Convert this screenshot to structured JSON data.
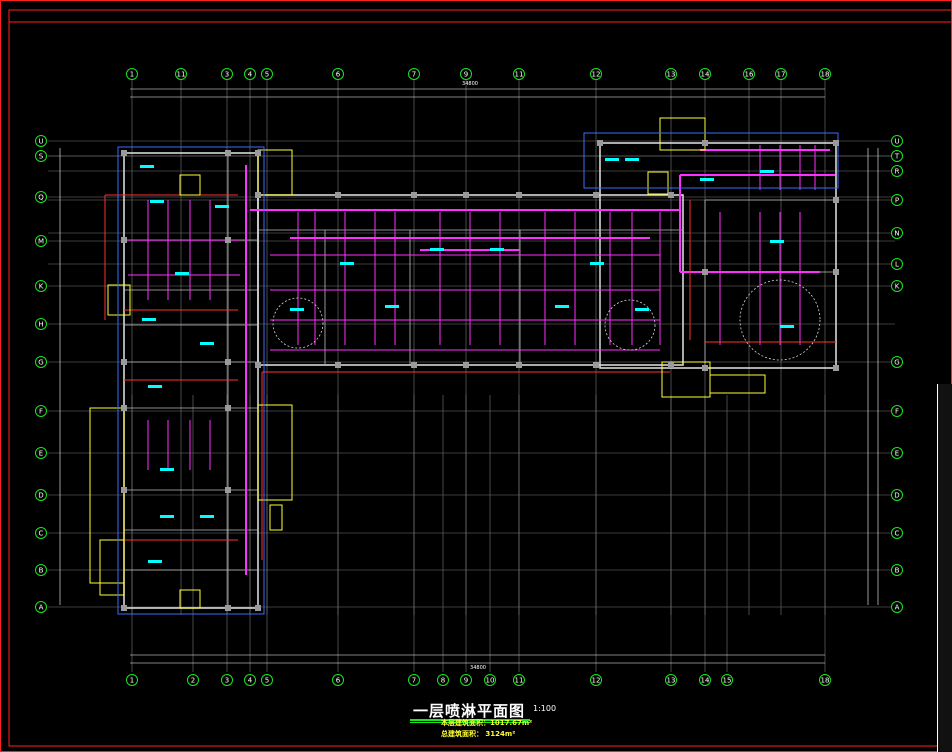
{
  "drawing": {
    "title": "一层喷淋平面图",
    "scale": "1:100",
    "area_this_floor": "本层建筑面积：1017.67m²",
    "area_total": "总建筑面积：    3124m²",
    "total_dimension": "34800"
  },
  "axes": {
    "top_columns": [
      "1",
      "11",
      "3",
      "4",
      "5",
      "6",
      "7",
      "9",
      "11",
      "12",
      "13",
      "14",
      "16",
      "17",
      "18"
    ],
    "bottom_columns": [
      "1",
      "2",
      "3",
      "4",
      "5",
      "6",
      "7",
      "8",
      "9",
      "10",
      "11",
      "12",
      "13",
      "14",
      "15",
      "18"
    ],
    "rows": [
      "U",
      "S",
      "T",
      "R",
      "Q",
      "P",
      "M",
      "N",
      "L",
      "K",
      "H",
      "G",
      "F",
      "E",
      "D",
      "C",
      "B",
      "A"
    ]
  },
  "colors": {
    "background": "#000000",
    "frame": "#ff2020",
    "axis_circle": "#19e61e",
    "grid": "#888888",
    "wall": "#d8d8d8",
    "sprinkler_main": "#ff30ff",
    "pipe_branch": "#ff3030",
    "outline": "#ffff33",
    "label": "#00ffff",
    "dimension": "#ffffff"
  }
}
